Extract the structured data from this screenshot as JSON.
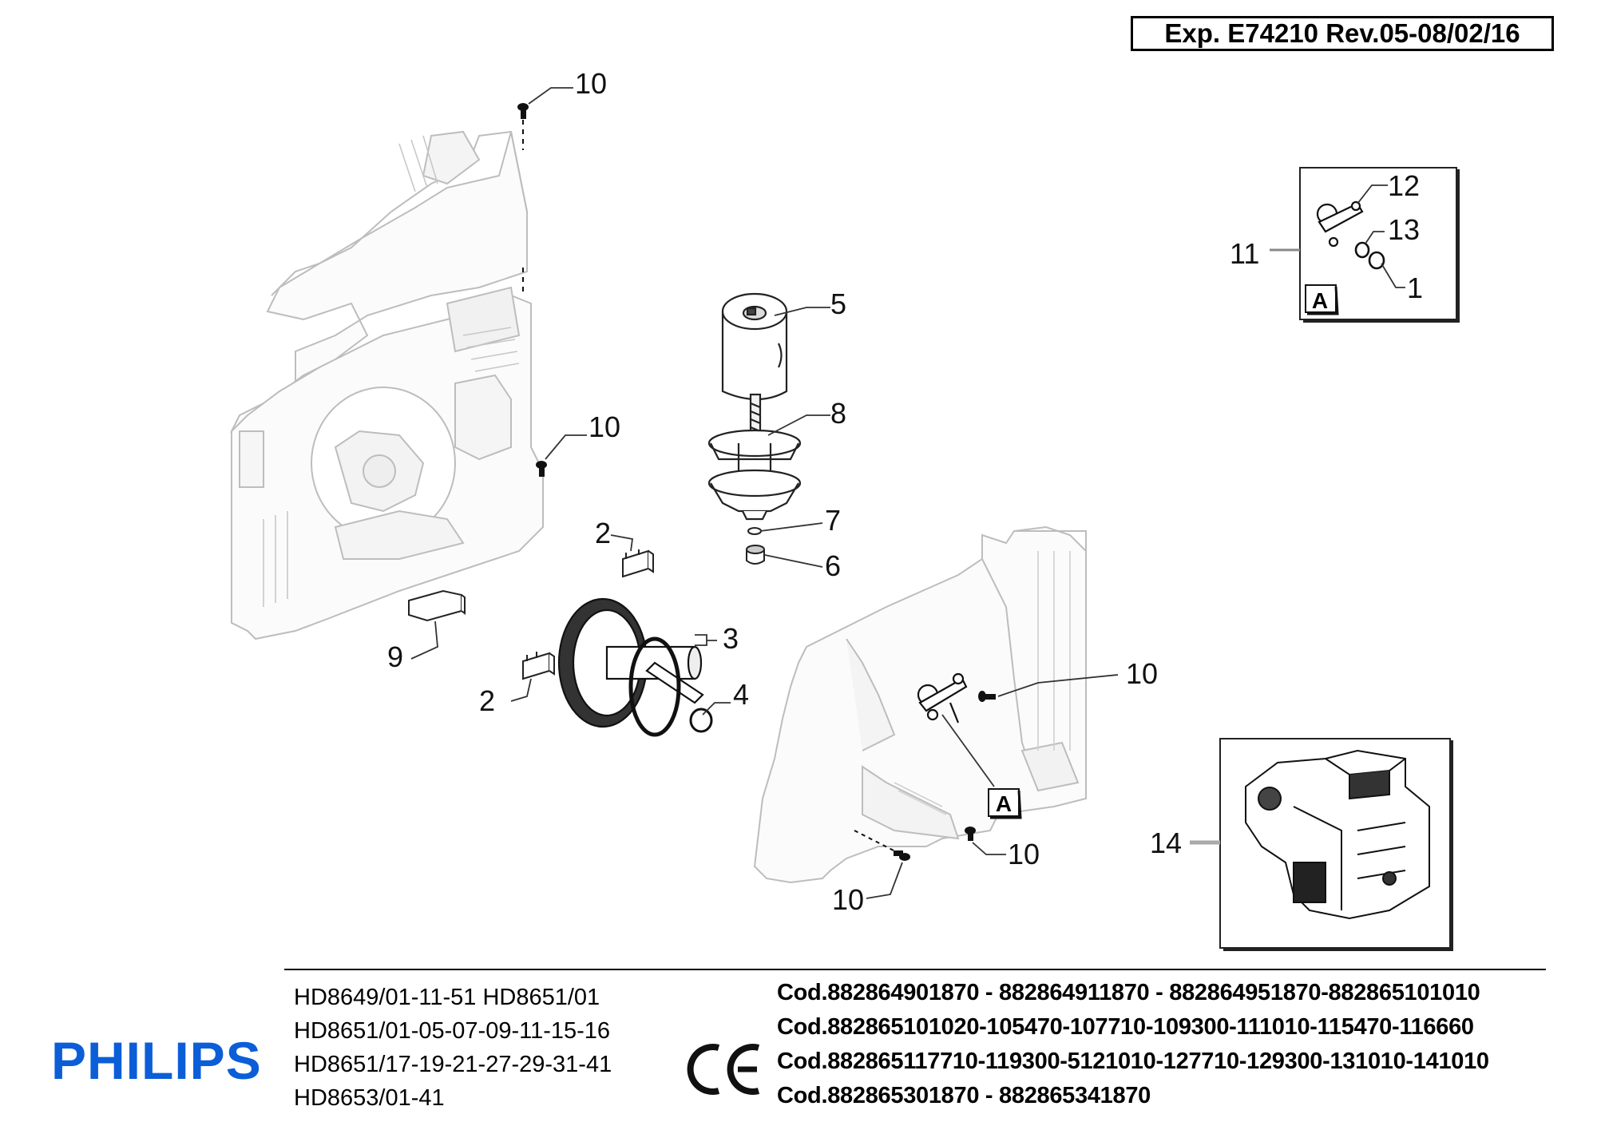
{
  "revision": "Exp. E74210 Rev.05-08/02/16",
  "brand": "PHILIPS",
  "ce_mark": "CE",
  "models": [
    "HD8649/01-11-51 HD8651/01",
    "HD8651/01-05-07-09-11-15-16",
    "HD8651/17-19-21-27-29-31-41",
    "HD8653/01-41"
  ],
  "codes": [
    "Cod.882864901870 - 882864911870 - 882864951870-882865101010",
    "Cod.882865101020-105470-107710-109300-111010-115470-116660",
    "Cod.882865117710-119300-5121010-127710-129300-131010-141010",
    "Cod.882865301870 - 882865341870"
  ],
  "callouts": {
    "c10a": "10",
    "c10b": "10",
    "c10c": "10",
    "c10d": "10",
    "c10e": "10",
    "c5": "5",
    "c8": "8",
    "c7": "7",
    "c6": "6",
    "c2a": "2",
    "c2b": "2",
    "c3": "3",
    "c4": "4",
    "c9": "9",
    "c11": "11",
    "c12": "12",
    "c13": "13",
    "c1": "1",
    "c14": "14"
  },
  "detail_marker": "A"
}
